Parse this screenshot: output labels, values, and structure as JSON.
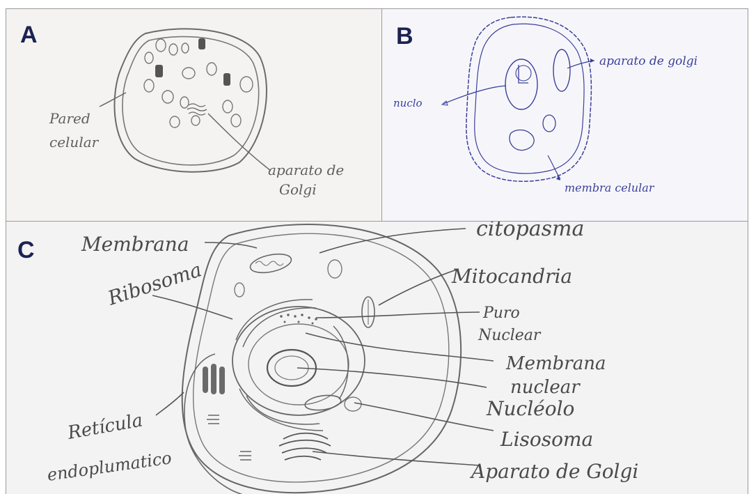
{
  "panels": [
    {
      "id": "A",
      "labels": {
        "pared_1": "Pared",
        "pared_2": "celular",
        "golgi_1": "aparato de",
        "golgi_2": "Golgi"
      }
    },
    {
      "id": "B",
      "labels": {
        "golgi": "aparato de golgi",
        "nucleo": "nuclo",
        "membrana": "membra celular"
      }
    },
    {
      "id": "C",
      "labels": {
        "membrana": "Membrana",
        "citoplasma": "citopasma",
        "ribosoma": "Ribosoma",
        "mitocondria": "Mitocandria",
        "poro_1": "Puro",
        "poro_2": "Nuclear",
        "membrana_nuclear_1": "Membrana",
        "membrana_nuclear_2": "nuclear",
        "nucleolo": "Nucléolo",
        "reticulo_1": "Retícula",
        "reticulo_2": "endoplumatico",
        "lisosoma": "Lisosoma",
        "golgi": "Aparato de Golgi"
      }
    }
  ],
  "colors": {
    "pencil": "#5f5f5f",
    "ink": "#3a3f9a",
    "letter": "#1c2251"
  }
}
